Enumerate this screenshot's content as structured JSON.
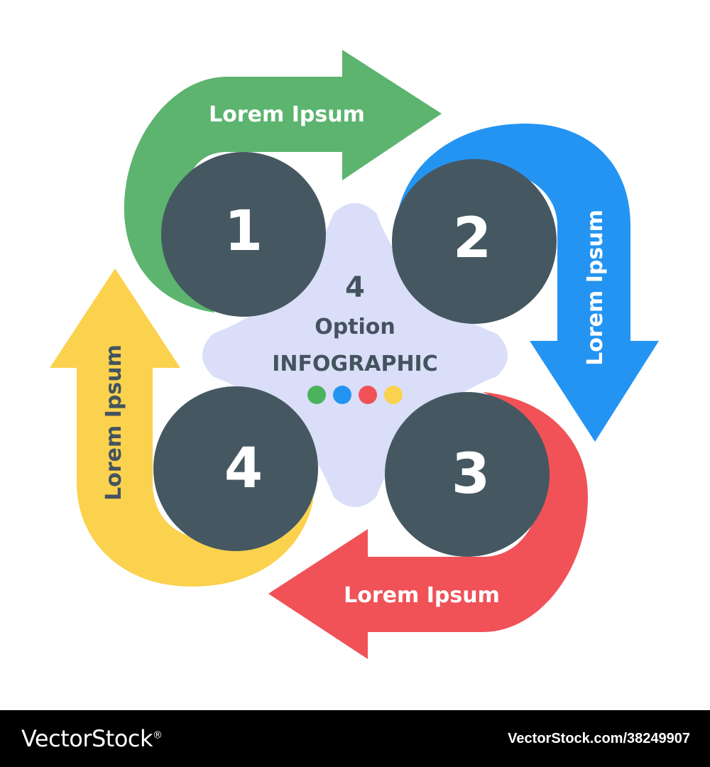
{
  "center": {
    "number": "4",
    "word": "Option",
    "title": "INFOGRAPHIC",
    "dot_colors": [
      "#4cb25d",
      "#2494f2",
      "#f05258",
      "#fbd24e"
    ]
  },
  "steps": [
    {
      "number": "1",
      "label": "Lorem Ipsum",
      "color": "#5cb46f"
    },
    {
      "number": "2",
      "label": "Lorem Ipsum",
      "color": "#2494f2"
    },
    {
      "number": "3",
      "label": "Lorem Ipsum",
      "color": "#f05258"
    },
    {
      "number": "4",
      "label": "Lorem Ipsum",
      "color": "#fbd24e"
    }
  ],
  "circle_color": "#455862",
  "center_bg": "#dadef8",
  "footer": {
    "brand": "VectorStock",
    "registered": "®",
    "image_id": "VectorStock.com/38249907"
  }
}
